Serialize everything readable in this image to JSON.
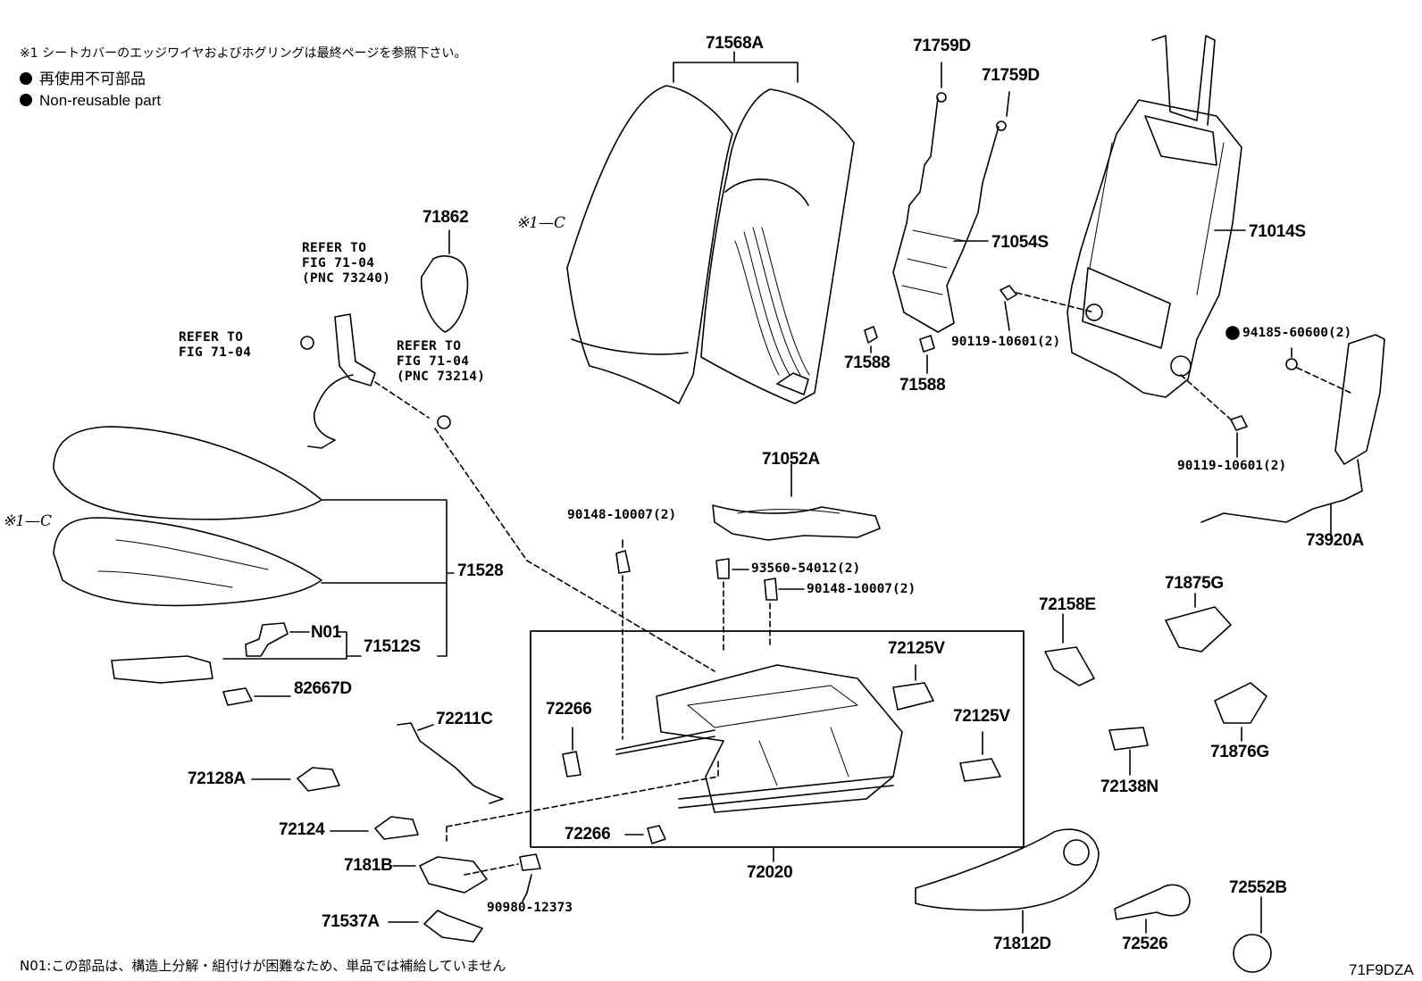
{
  "notes": {
    "top_note": "※1 シートカバーのエッジワイヤおよびホグリングは最終ページを参照下さい。",
    "legend_jp": "再使用不可部品",
    "legend_en": "Non-reusable part",
    "bottom_note": "N01:この部品は、構造上分解・組付けが困難なため、単品では補給していません",
    "figure_code": "71F9DZA"
  },
  "refs": {
    "ref_73240": "REFER TO\nFIG 71-04\n(PNC 73240)",
    "ref_fig": "REFER TO\nFIG 71-04",
    "ref_73214": "REFER TO\nFIG 71-04\n(PNC 73214)",
    "asterisk_back": "※1—C",
    "asterisk_cushion": "※1—C"
  },
  "parts": {
    "p71568A": "71568A",
    "p71759D_a": "71759D",
    "p71759D_b": "71759D",
    "p71862": "71862",
    "p71054S": "71054S",
    "p71014S": "71014S",
    "p71588_a": "71588",
    "p71588_b": "71588",
    "p90119_a": "90119-10601(2)",
    "p94185": "94185-60600(2)",
    "p90119_b": "90119-10601(2)",
    "p71052A": "71052A",
    "p90148_a": "90148-10007(2)",
    "p93560": "93560-54012(2)",
    "p90148_b": "90148-10007(2)",
    "p73920A": "73920A",
    "p71528": "71528",
    "pN01": "N01",
    "p71512S": "71512S",
    "p82667D": "82667D",
    "p72211C": "72211C",
    "p72128A": "72128A",
    "p72124": "72124",
    "p7181B": "7181B",
    "p71537A": "71537A",
    "p90980": "90980-12373",
    "p72266_a": "72266",
    "p72266_b": "72266",
    "p72020": "72020",
    "p72125V_a": "72125V",
    "p72125V_b": "72125V",
    "p72158E": "72158E",
    "p71875G": "71875G",
    "p71876G": "71876G",
    "p72138N": "72138N",
    "p71812D": "71812D",
    "p72526": "72526",
    "p72552B": "72552B"
  }
}
